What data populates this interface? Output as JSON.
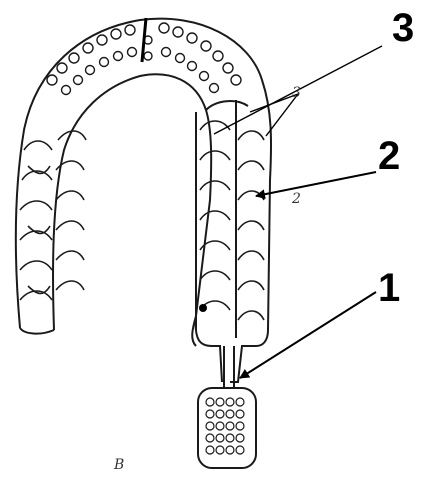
{
  "labels": {
    "label_1": "1",
    "label_2": "2",
    "label_3": "3",
    "small_3": "3",
    "small_2": "2",
    "figure_letter": "B"
  },
  "colors": {
    "ink": "#1a1a1a",
    "arrow": "#000000"
  }
}
